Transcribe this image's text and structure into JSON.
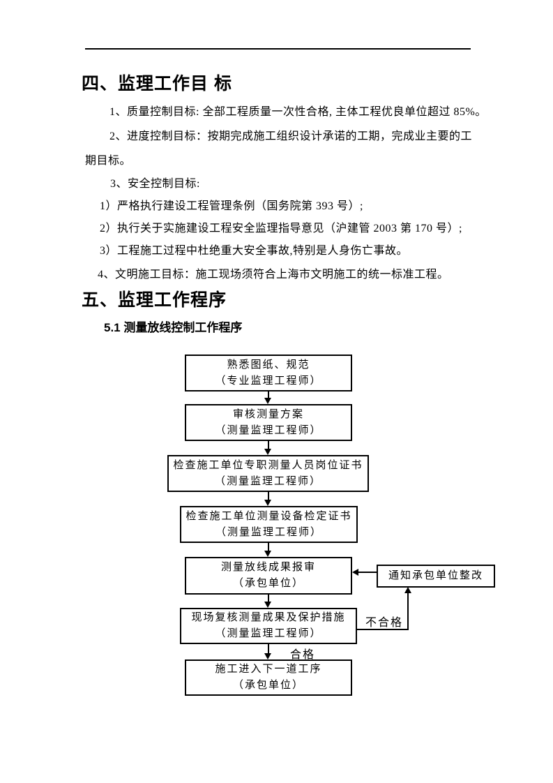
{
  "document": {
    "section4": {
      "title": "四、监理工作目 标",
      "paragraphs": [
        "1、质量控制目标: 全部工程质量一次性合格, 主体工程优良单位超过 85%。",
        "2、进度控制目标：按期完成施工组织设计承诺的工期，完成业主要的工",
        "期目标。",
        "3、安全控制目标:",
        "1）严格执行建设工程管理条例（国务院第 393 号）;",
        "2）执行关于实施建设工程安全监理指导意见（沪建管 2003 第 170 号）;",
        "3）工程施工过程中杜绝重大安全事故,特别是人身伤亡事故。",
        "4、文明施工目标：施工现场须符合上海市文明施工的统一标准工程。"
      ]
    },
    "section5": {
      "title": "五、监理工作程序",
      "subtitle": "5.1 测量放线控制工作程序"
    }
  },
  "flowchart": {
    "boxes": [
      {
        "line1": "熟悉图纸、规范",
        "line2": "（专业监理工程师）"
      },
      {
        "line1": "审核测量方案",
        "line2": "（测量监理工程师）"
      },
      {
        "line1": "检查施工单位专职测量人员岗位证书",
        "line2": "（测量监理工程师）"
      },
      {
        "line1": "检查施工单位测量设备检定证书",
        "line2": "（测量监理工程师）"
      },
      {
        "line1": "测量放线成果报审",
        "line2": "（承包单位）"
      },
      {
        "line1": "现场复核测量成果及保护措施",
        "line2": "（测量监理工程师）"
      },
      {
        "line1": "施工进入下一道工序",
        "line2": "（承包单位）"
      }
    ],
    "side_box": "通知承包单位整改",
    "label_fail": "不合格",
    "label_pass": "合格"
  },
  "colors": {
    "ink": "#000000",
    "paper": "#ffffff"
  }
}
